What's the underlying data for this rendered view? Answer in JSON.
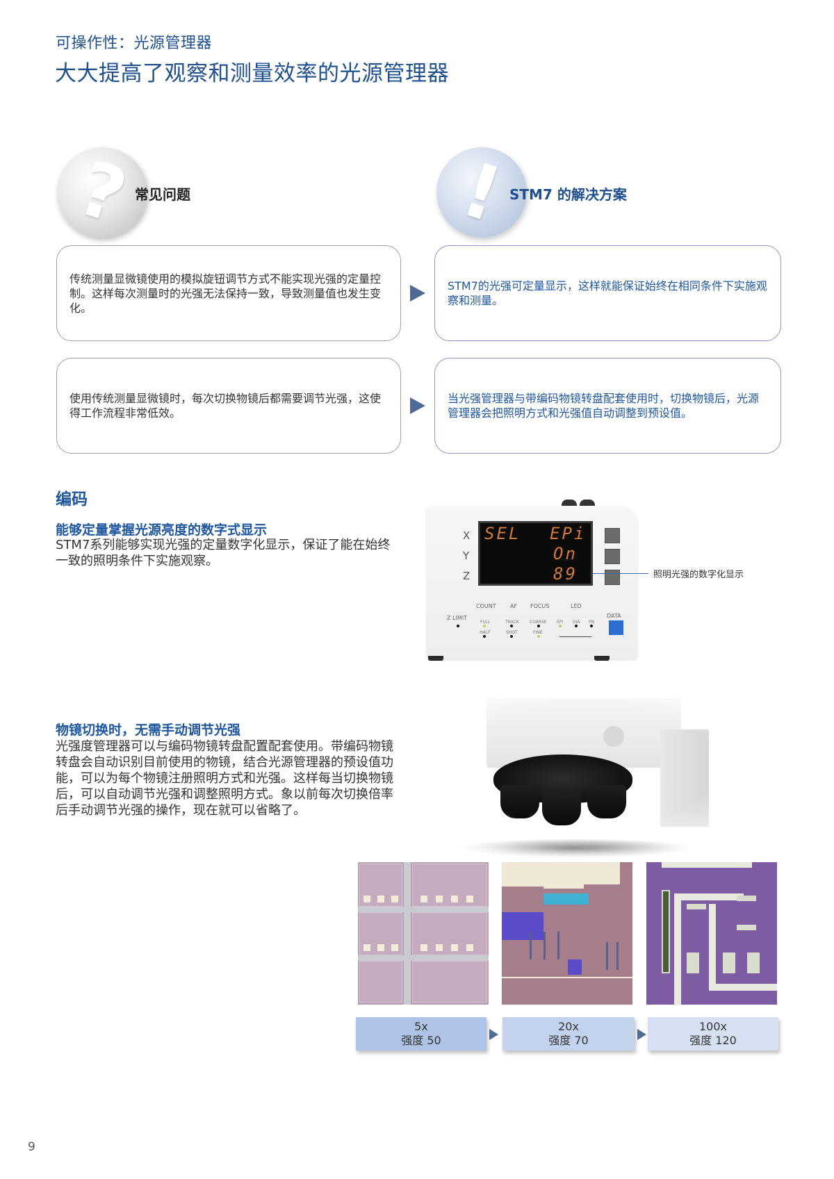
{
  "header": {
    "subtitle": "可操作性：光源管理器",
    "title": "大大提高了观察和测量效率的光源管理器"
  },
  "comparison": {
    "problem": {
      "icon": "question-mark-icon",
      "glyph": "?",
      "label": "常见问题",
      "items": [
        "传统测量显微镜使用的模拟旋钮调节方式不能实现光强的定量控制。这样每次测量时的光强无法保持一致，导致测量值也发生变化。",
        "使用传统测量显微镜时，每次切换物镜后都需要调节光强，这使得工作流程非常低效。"
      ]
    },
    "solution": {
      "icon": "exclamation-mark-icon",
      "glyph": "!",
      "label": "STM7 的解决方案",
      "items": [
        "STM7的光强可定量显示，这样就能保证始终在相同条件下实施观察和测量。",
        "当光强管理器与带编码物镜转盘配套使用时，切换物镜后，光源管理器会把照明方式和光强值自动调整到预设值。"
      ]
    },
    "arrow_icon": "right-triangle-arrow-icon"
  },
  "encoding_section": {
    "heading": "编码",
    "feature1": {
      "heading": "能够定量掌握光源亮度的数字式显示",
      "body": "STM7系列能够实现光强的定量数字化显示，保证了能在始终一致的照明条件下实施观察。"
    },
    "feature2": {
      "heading": "物镜切换时，无需手动调节光强",
      "body": "光强度管理器可以与编码物镜转盘配置配套使用。带编码物镜转盘会自动识别目前使用的物镜，结合光源管理器的预设值功能，可以为每个物镜注册照明方式和光强。这样每当切换物镜后，可以自动调节光强和调整照明方式。象以前每次切换倍率后手动调节光强的操作，现在就可以省略了。"
    }
  },
  "control_panel": {
    "axes": [
      "X",
      "Y",
      "Z"
    ],
    "lcd": {
      "row1_left": "SEL",
      "row1_right": "EPi",
      "row2_right": "On",
      "row3_right": "89"
    },
    "group_labels": [
      "COUNT",
      "AF",
      "FOCUS",
      "LED"
    ],
    "z_limit": "Z LIMIT",
    "indicators": {
      "full": "FULL",
      "half": "HALF",
      "track": "TRACK",
      "shot": "SHOT",
      "coarse": "COARSE",
      "fine": "FINE",
      "epi": "EPI",
      "dia": "DIA",
      "fn": "FN"
    },
    "data_button": "DATA",
    "callout": "照明光强的数字化显示",
    "colors": {
      "lcd_text": "#d27a3a",
      "data_button": "#2d6fd0",
      "indicator_on": "#b6d46a"
    }
  },
  "magnifications": [
    {
      "mag": "5x",
      "intensity": "强度 50"
    },
    {
      "mag": "20x",
      "intensity": "强度 70"
    },
    {
      "mag": "100x",
      "intensity": "强度 120"
    }
  ],
  "page_number": "9"
}
